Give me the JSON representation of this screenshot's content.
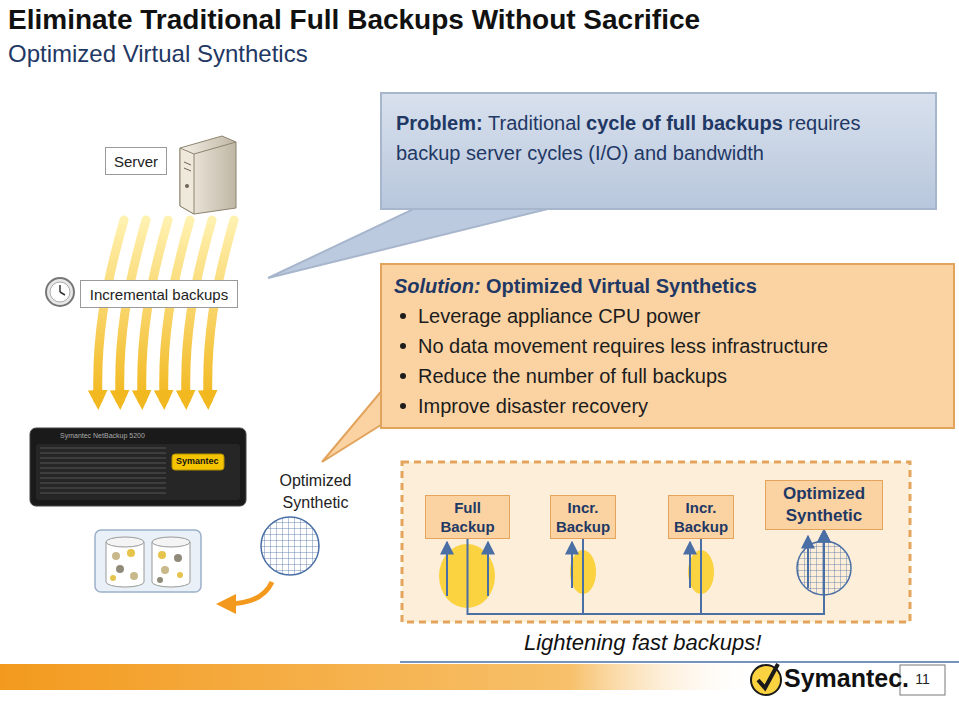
{
  "diagram": {
    "title": "Eliminate Traditional Full Backups Without Sacrifice",
    "nodes": [
      {
        "text": [
          "Server"
        ]
      },
      {
        "text": [
          "Problem:",
          "Traditional",
          "cycle of full backups",
          "requires backup server cycles (I/O) and bandwidth"
        ]
      },
      {
        "text": [
          "Incremental backups"
        ]
      },
      {
        "text": [
          "Solution:",
          "Optimized Virtual Synthetics",
          "Leverage appliance CPU power",
          "No data movement requires less infrastructure",
          "Reduce the number of full backups",
          "Improve disaster recovery"
        ]
      },
      {
        "text": [
          "Full Backup"
        ]
      },
      {
        "text": [
          "Incr. Backup"
        ]
      },
      {
        "text": [
          "Incr. Backup"
        ]
      },
      {
        "text": [
          "Optimized Synthetic"
        ]
      }
    ],
    "edges": [
      {
        "from": 4,
        "to": 7,
        "arrow": "to"
      },
      {
        "from": 5,
        "to": 7,
        "arrow": "to"
      },
      {
        "from": 6,
        "to": 7,
        "arrow": "to"
      }
    ],
    "labels": [
      "Optimized Virtual Synthetics",
      "Optimized Synthetic",
      "Symantec NetBackup 5200",
      "Symantec",
      "Lightening fast backups!",
      "Symantec.",
      "11"
    ]
  }
}
